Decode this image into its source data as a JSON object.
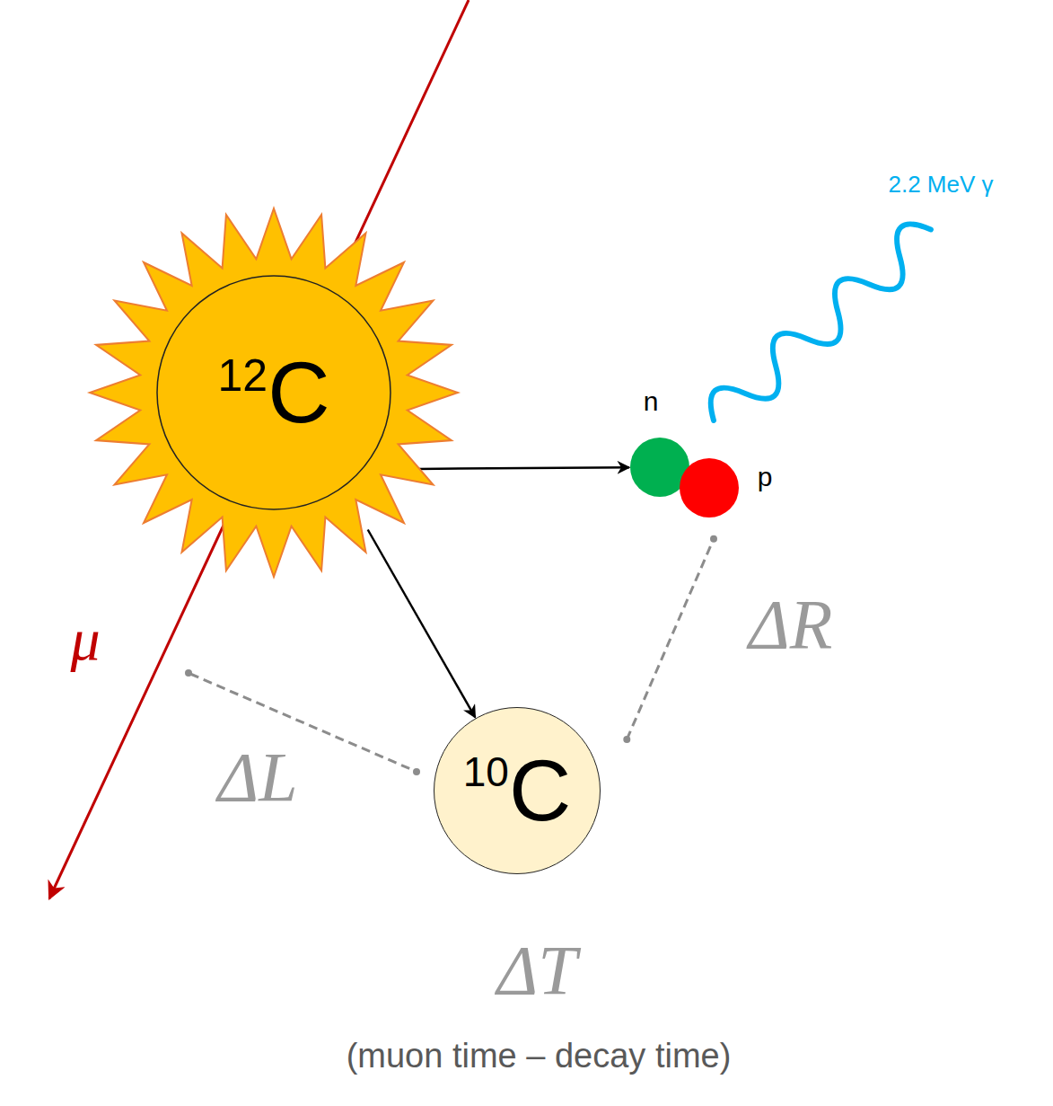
{
  "diagram": {
    "nodes": [
      {
        "text": [
          "12",
          "C"
        ]
      },
      {
        "text": [
          "n"
        ]
      },
      {
        "text": [
          "p"
        ]
      },
      {
        "text": [
          "10",
          "C"
        ]
      }
    ],
    "edges": [
      {
        "from": 0,
        "to": 1,
        "arrow": "to"
      },
      {
        "from": 0,
        "to": 3,
        "arrow": "to"
      },
      {
        "from": 3,
        "to": 2,
        "arrow": "none",
        "label": "ΔR"
      }
    ],
    "labels": [
      "μ",
      "2.2 MeV γ",
      "ΔL",
      "ΔT",
      "(muon time – decay time)"
    ]
  }
}
